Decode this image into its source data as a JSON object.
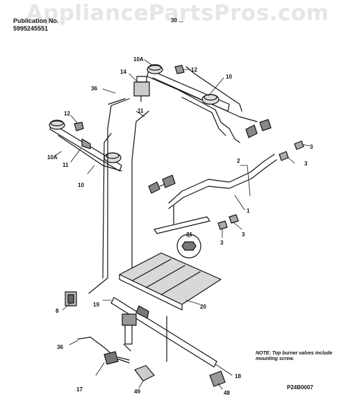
{
  "watermark": "AppliancePartsPros.com",
  "header": {
    "publication_label": "Publication No.",
    "publication_number": "5995245551",
    "model_label": "30 ..."
  },
  "parts": [
    {
      "id": "p-12a",
      "label": "12"
    },
    {
      "id": "p-10a-top",
      "label": "10A"
    },
    {
      "id": "p-10-top",
      "label": "10"
    },
    {
      "id": "p-14",
      "label": "14"
    },
    {
      "id": "p-36-top",
      "label": "36"
    },
    {
      "id": "p-11-top",
      "label": "11"
    },
    {
      "id": "p-12b",
      "label": "12"
    },
    {
      "id": "p-10a-left",
      "label": "10A"
    },
    {
      "id": "p-11-left",
      "label": "11"
    },
    {
      "id": "p-10-left",
      "label": "10"
    },
    {
      "id": "p-3a",
      "label": "3"
    },
    {
      "id": "p-3b",
      "label": "3"
    },
    {
      "id": "p-2",
      "label": "2"
    },
    {
      "id": "p-1",
      "label": "1"
    },
    {
      "id": "p-21",
      "label": "21"
    },
    {
      "id": "p-3c",
      "label": "3"
    },
    {
      "id": "p-3d",
      "label": "3"
    },
    {
      "id": "p-8",
      "label": "8"
    },
    {
      "id": "p-19",
      "label": "19"
    },
    {
      "id": "p-20",
      "label": "20"
    },
    {
      "id": "p-36-bottom",
      "label": "36"
    },
    {
      "id": "p-18",
      "label": "18"
    },
    {
      "id": "p-17",
      "label": "17"
    },
    {
      "id": "p-49",
      "label": "49"
    },
    {
      "id": "p-48",
      "label": "48"
    }
  ],
  "note": "NOTE: Top burner valves include mounting screw.",
  "drawing_id": "P24B0007"
}
